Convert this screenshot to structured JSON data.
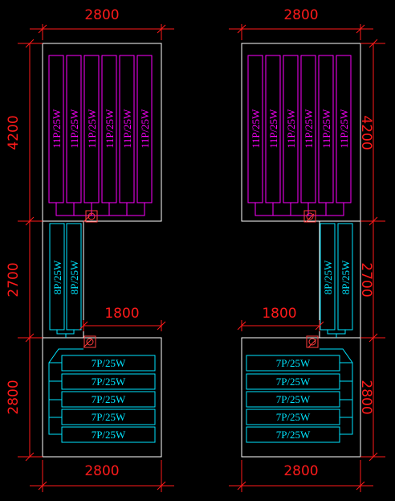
{
  "dimensions": {
    "left_top": "2800",
    "left_bottom": "2800",
    "right_top": "2800",
    "right_bottom": "2800",
    "left_height_top": "4200",
    "left_height_mid": "2700",
    "left_height_bot": "2800",
    "right_height_top": "4200",
    "right_height_mid": "2700",
    "right_height_bot": "2800",
    "left_corridor": "1800",
    "right_corridor": "1800"
  },
  "labels": {
    "top_string": "11P/25W",
    "middle_string": "8P/25W",
    "bottom_string": "7P/25W"
  },
  "colors": {
    "background": "#000000",
    "outline": "#ffffff",
    "dimension": "#ff1a1a",
    "top_modules": "#ff00ff",
    "middle_modules": "#00e5ff",
    "bottom_modules": "#00e5ff",
    "connector": "#ff3b3b"
  }
}
